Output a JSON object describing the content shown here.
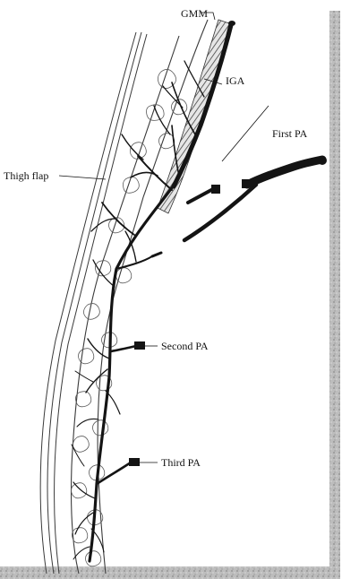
{
  "diagram": {
    "labels": {
      "gmm": "GMM",
      "iga": "IGA",
      "thigh_flap": "Thigh flap",
      "first_pa": "First PA",
      "second_pa": "Second PA",
      "third_pa": "Third PA"
    },
    "colors": {
      "vessel": "#141414",
      "tissue_line": "#3a3a3a",
      "muscle_hatch": "#555555",
      "shadow_border": "#b5b5b5"
    }
  }
}
